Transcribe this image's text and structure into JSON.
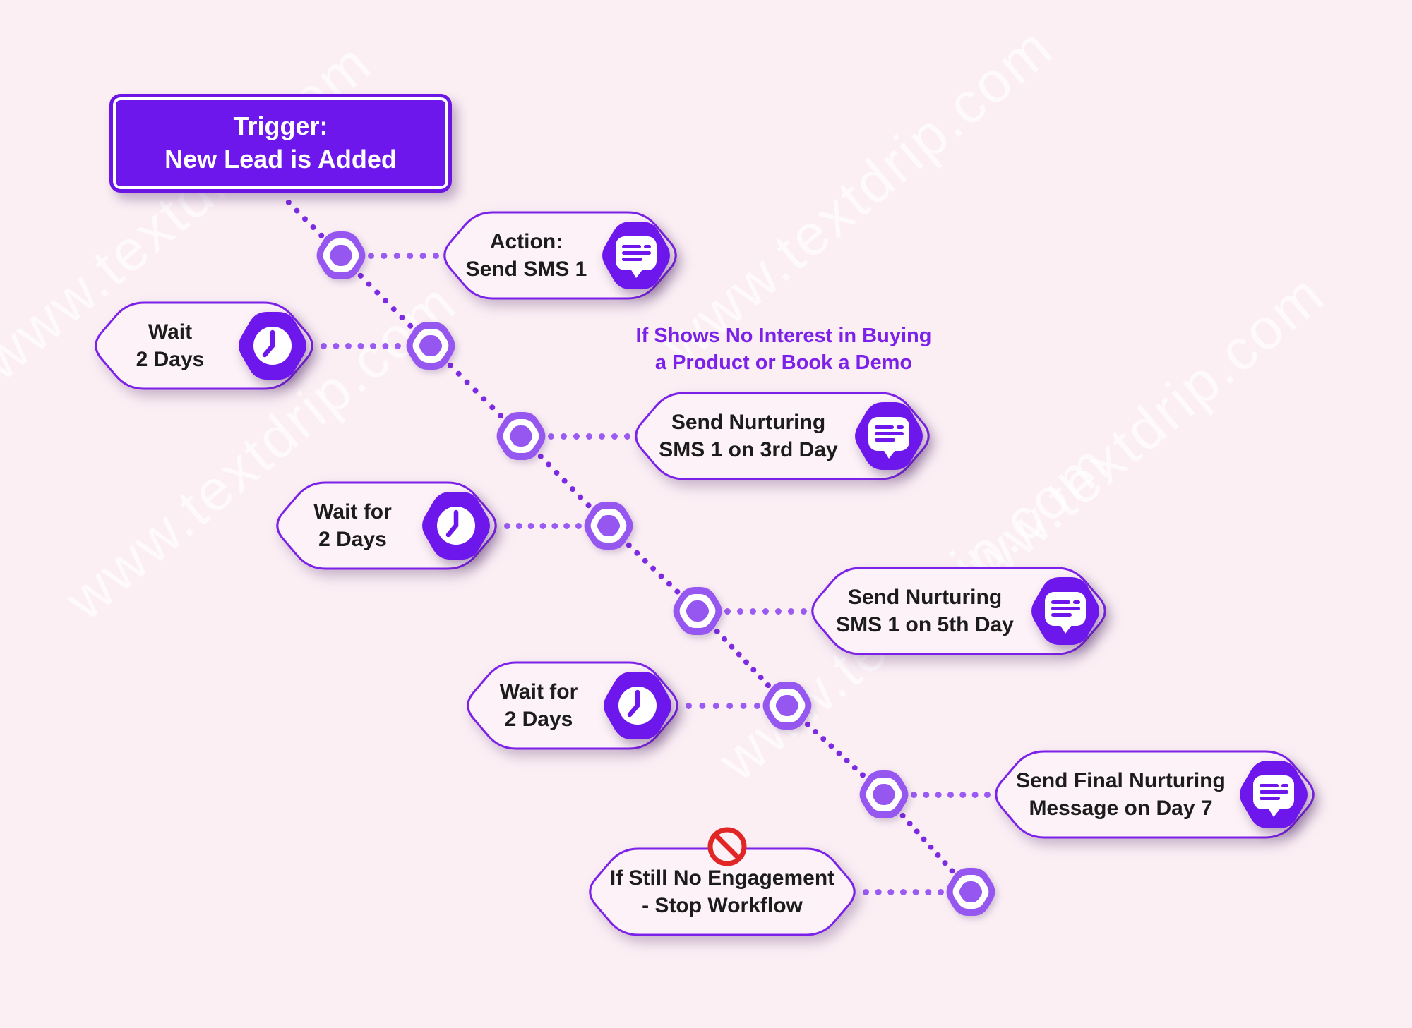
{
  "watermark": {
    "text": "www.textdrip.com"
  },
  "trigger": {
    "line1": "Trigger:",
    "line2": "New Lead is Added"
  },
  "condition": {
    "line1": "If Shows No Interest in Buying",
    "line2": "a Product or Book a Demo"
  },
  "steps": [
    {
      "name": "action-send-sms-1",
      "line1": "Action:",
      "line2": "Send SMS 1",
      "icon": "sms"
    },
    {
      "name": "wait-2-days",
      "line1": "Wait",
      "line2": "2 Days",
      "icon": "clock"
    },
    {
      "name": "send-nurturing-sms-1-3rd-day",
      "line1": "Send Nurturing",
      "line2": "SMS 1 on 3rd Day",
      "icon": "sms"
    },
    {
      "name": "wait-for-2-days",
      "line1": "Wait for",
      "line2": "2 Days",
      "icon": "clock"
    },
    {
      "name": "send-nurturing-sms-1-5th-day",
      "line1": "Send Nurturing",
      "line2": "SMS 1 on 5th Day",
      "icon": "sms"
    },
    {
      "name": "wait-for-2-days-2",
      "line1": "Wait for",
      "line2": "2 Days",
      "icon": "clock"
    },
    {
      "name": "send-final-nurturing-message-day-7",
      "line1": "Send Final Nurturing",
      "line2": "Message on Day 7",
      "icon": "sms"
    },
    {
      "name": "if-still-no-engagement-stop-workflow",
      "line1": "If Still No Engagement",
      "line2": "-  Stop Workflow",
      "icon": "stop"
    }
  ],
  "colors": {
    "background": "#fbeff4",
    "primary_purple": "#6d17ec",
    "pill_border_purple": "#7c22e8",
    "node_purple": "#9656f0",
    "diagonal_dots_purple": "#7d2be2",
    "horizontal_dots_purple": "#9b5bf2",
    "condition_text_purple": "#7c22e8",
    "stop_red": "#e12726",
    "text_dark": "#1c1c1c",
    "pill_fill": "#fdf2f7",
    "watermark_white": "rgba(255,255,255,0.62)"
  }
}
